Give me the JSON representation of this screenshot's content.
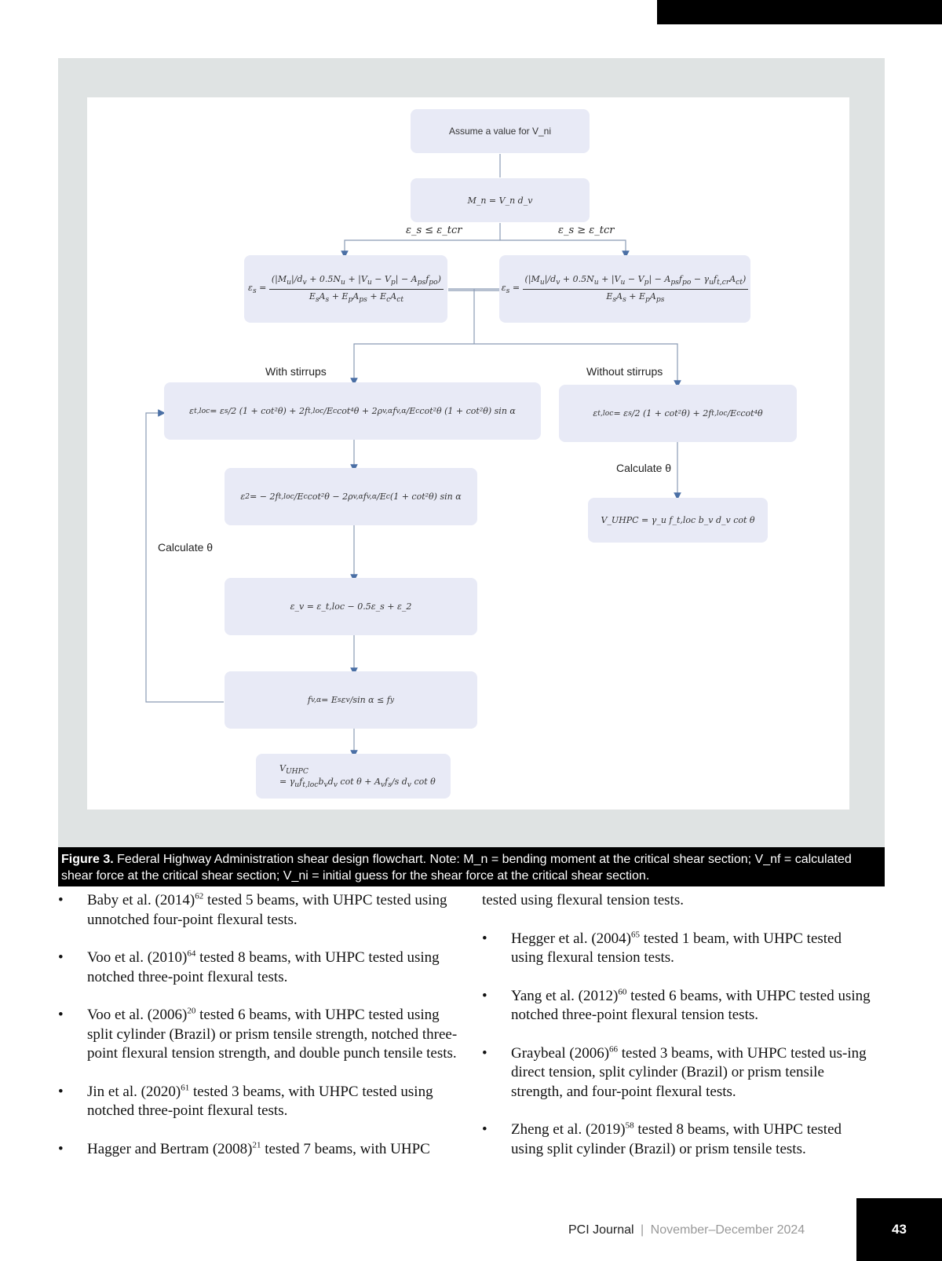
{
  "figure": {
    "start_box": "Assume a value for V_ni",
    "mn_box": "M_n = V_n d_v",
    "branch_left": "ε_s ≤ ε_tcr",
    "branch_right": "ε_s ≥ ε_tcr",
    "with_stirrups": "With stirrups",
    "without_stirrups": "Without stirrups",
    "calc_theta_left": "Calculate θ",
    "calc_theta_right": "Calculate θ",
    "ev_eq": "ε_v = ε_t,loc − 0.5ε_s + ε_2",
    "vuhpc_right": "V_UHPC = γ_u f_t,loc b_v d_v cot θ"
  },
  "caption": {
    "label": "Figure 3.",
    "text": "Federal Highway Administration shear design flowchart. Note: M_n = bending moment at the critical shear section; V_nf = calculated shear force at the critical shear section; V_ni = initial guess for the shear force at the critical shear section."
  },
  "left_column": [
    {
      "author": "Baby et al. (2014)",
      "ref": "62",
      "rest": " tested 5 beams, with UHPC tested using unnotched four-point flexural tests."
    },
    {
      "author": "Voo et al. (2010)",
      "ref": "64",
      "rest": " tested 8 beams, with UHPC tested using notched three-point flexural tests."
    },
    {
      "author": "Voo et al. (2006)",
      "ref": "20",
      "rest": " tested 6 beams, with UHPC tested using split cylinder (Brazil) or prism tensile strength, notched three-point flexural tension strength, and double punch tensile tests."
    },
    {
      "author": "Jin et al. (2020)",
      "ref": "61",
      "rest": " tested 3 beams, with UHPC tested using notched three-point flexural tests."
    },
    {
      "author": "Hagger and Bertram (2008)",
      "ref": "21",
      "rest": " tested 7 beams, with UHPC"
    }
  ],
  "right_column": {
    "continuation": "tested using flexural tension tests.",
    "items": [
      {
        "author": "Hegger et al. (2004)",
        "ref": "65",
        "rest": " tested 1 beam, with UHPC tested using flexural tension tests."
      },
      {
        "author": "Yang et al. (2012)",
        "ref": "60",
        "rest": " tested 6 beams, with UHPC tested using notched three-point flexural tension tests."
      },
      {
        "author": "Graybeal (2006)",
        "ref": "66",
        "rest": " tested 3 beams, with UHPC tested us-ing direct tension, split cylinder (Brazil) or prism tensile strength, and four-point flexural tests."
      },
      {
        "author": "Zheng et al. (2019)",
        "ref": "58",
        "rest": " tested 8 beams, with UHPC tested using split cylinder (Brazil) or prism tensile tests."
      }
    ]
  },
  "footer": {
    "journal": "PCI Journal",
    "separator": "|",
    "date": "November–December 2024",
    "page": "43"
  }
}
